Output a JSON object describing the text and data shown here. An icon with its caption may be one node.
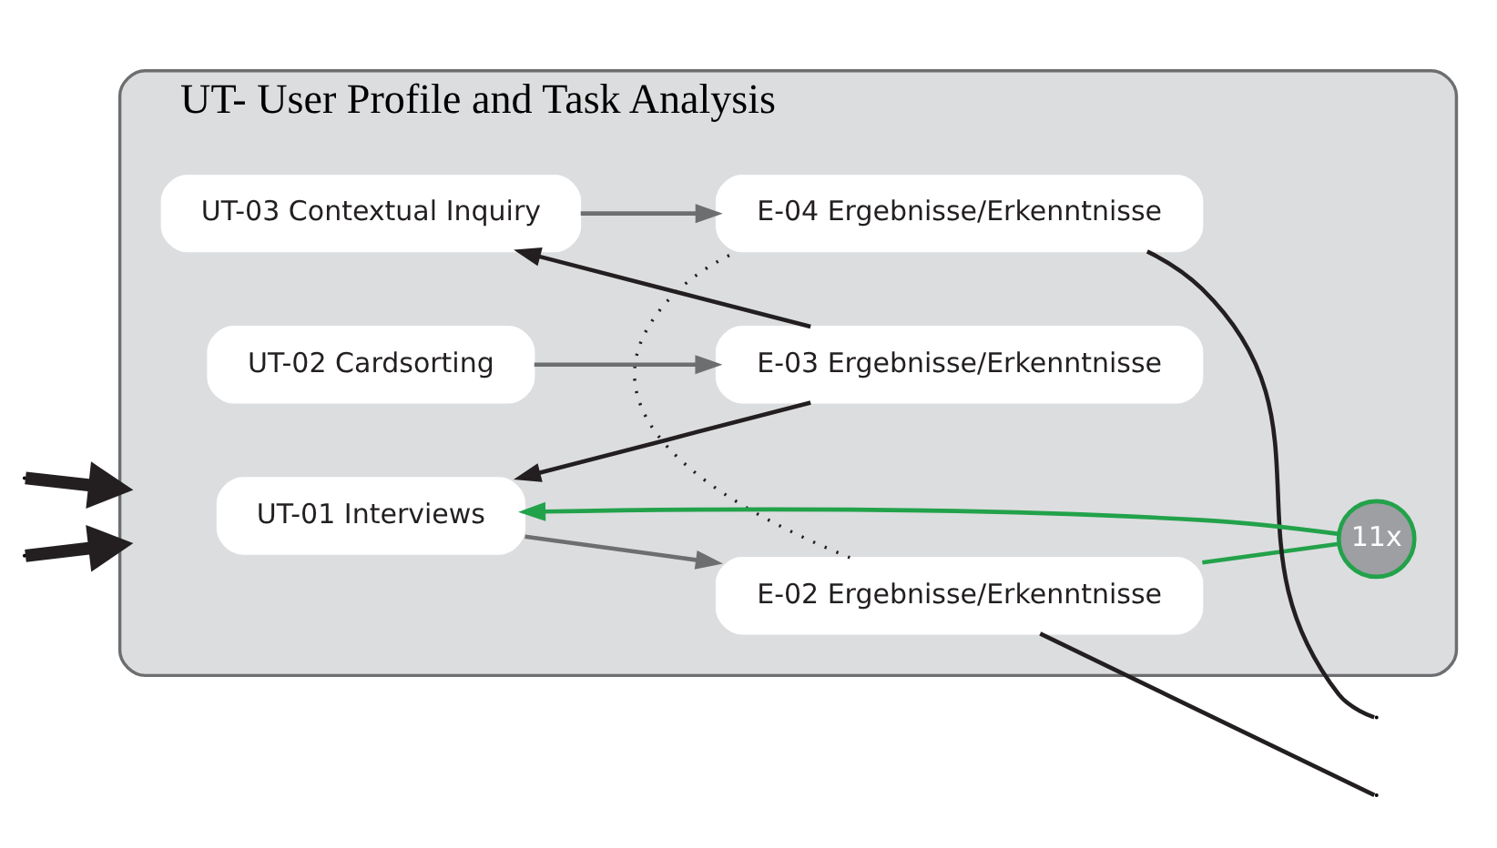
{
  "diagram": {
    "nodes": [
      {
        "text": [
          "UT- User Profile and Task Analysis"
        ]
      },
      {
        "text": [
          "UT-01 Interviews"
        ],
        "in": 0
      },
      {
        "text": [
          "E-02 Ergebnisse/Erkenntnisse"
        ],
        "in": 0
      },
      {
        "text": [
          "UT-02 Cardsorting"
        ],
        "in": 0
      },
      {
        "text": [
          "E-03 Ergebnisse/Erkenntnisse"
        ],
        "in": 0
      },
      {
        "text": [
          "UT-03 Contextual Inquiry"
        ],
        "in": 0
      },
      {
        "text": [
          "E-04 Ergebnisse/Erkenntnisse"
        ],
        "in": 0
      },
      {
        "text": [
          "11x"
        ],
        "in": 0
      }
    ],
    "edges": [
      {
        "from": null,
        "to": 0,
        "arrow": "to",
        "style": "thick"
      },
      {
        "from": null,
        "to": 0,
        "arrow": "to",
        "style": "thick"
      },
      {
        "from": 1,
        "to": 2,
        "arrow": "to",
        "color": "#6d6e70"
      },
      {
        "from": 3,
        "to": 4,
        "arrow": "to",
        "color": "#6d6e70"
      },
      {
        "from": 5,
        "to": 6,
        "arrow": "to",
        "color": "#6d6e70"
      },
      {
        "from": 4,
        "to": 1,
        "arrow": "to"
      },
      {
        "from": 4,
        "to": 5,
        "arrow": "to"
      },
      {
        "from": 2,
        "to": 7,
        "arrow": "none",
        "color": "#22a24a"
      },
      {
        "from": 7,
        "to": 1,
        "arrow": "to",
        "color": "#22a24a"
      },
      {
        "from": 2,
        "to": 6,
        "arrow": "none",
        "style": "dashed"
      },
      {
        "from": 2,
        "to": null,
        "arrow": "none"
      },
      {
        "from": 6,
        "to": null,
        "arrow": "none"
      }
    ]
  }
}
